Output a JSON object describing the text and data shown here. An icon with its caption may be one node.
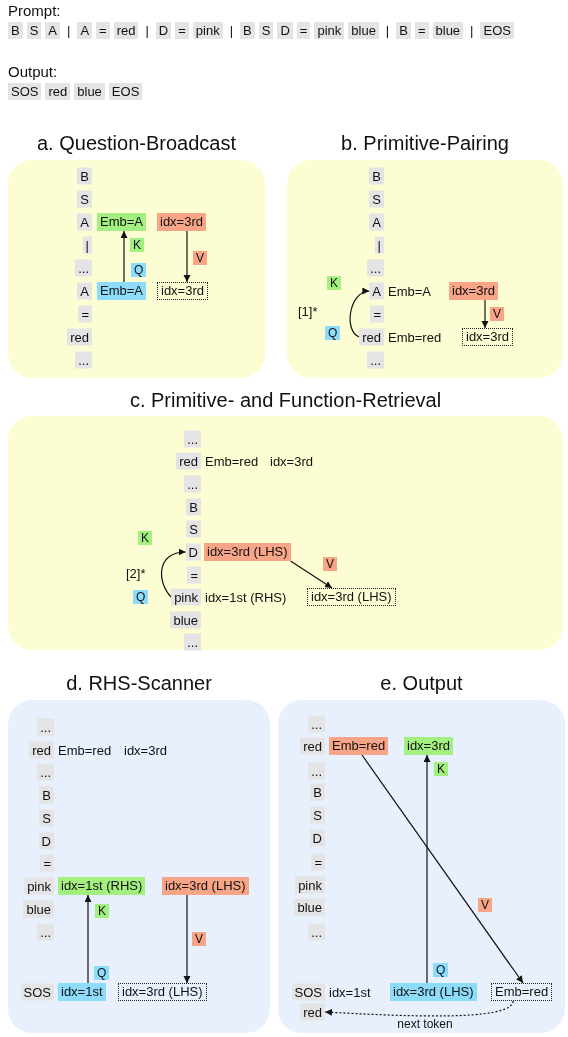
{
  "diagram": {
    "nodes": [
      {
        "text": [
          "B"
        ]
      },
      {
        "text": [
          "S"
        ]
      },
      {
        "text": [
          "A"
        ]
      },
      {
        "text": [
          "|"
        ]
      },
      {
        "text": [
          "A"
        ]
      },
      {
        "text": [
          "="
        ]
      },
      {
        "text": [
          "red"
        ]
      },
      {
        "text": [
          "|"
        ]
      },
      {
        "text": [
          "D"
        ]
      },
      {
        "text": [
          "="
        ]
      },
      {
        "text": [
          "pink"
        ]
      },
      {
        "text": [
          "|"
        ]
      },
      {
        "text": [
          "B"
        ]
      },
      {
        "text": [
          "S"
        ]
      },
      {
        "text": [
          "D"
        ]
      },
      {
        "text": [
          "="
        ]
      },
      {
        "text": [
          "pink"
        ]
      },
      {
        "text": [
          "blue"
        ]
      },
      {
        "text": [
          "|"
        ]
      },
      {
        "text": [
          "B"
        ]
      },
      {
        "text": [
          "="
        ]
      },
      {
        "text": [
          "blue"
        ]
      },
      {
        "text": [
          "|"
        ]
      },
      {
        "text": [
          "EOS"
        ]
      },
      {
        "text": [
          "SOS"
        ]
      },
      {
        "text": [
          "red"
        ]
      },
      {
        "text": [
          "blue"
        ]
      },
      {
        "text": [
          "EOS"
        ]
      },
      {
        "text": [
          "a. Question-Broadcast"
        ]
      },
      {
        "text": [
          "B"
        ],
        "in": 28
      },
      {
        "text": [
          "S"
        ],
        "in": 28
      },
      {
        "text": [
          "A"
        ],
        "in": 28
      },
      {
        "text": [
          "|"
        ],
        "in": 28
      },
      {
        "text": [
          "..."
        ],
        "in": 28
      },
      {
        "text": [
          "A"
        ],
        "in": 28
      },
      {
        "text": [
          "="
        ],
        "in": 28
      },
      {
        "text": [
          "red"
        ],
        "in": 28
      },
      {
        "text": [
          "..."
        ],
        "in": 28
      },
      {
        "text": [
          "Emb=A"
        ],
        "in": 28
      },
      {
        "text": [
          "idx=3rd"
        ],
        "in": 28
      },
      {
        "text": [
          "K"
        ],
        "in": 28
      },
      {
        "text": [
          "V"
        ],
        "in": 28
      },
      {
        "text": [
          "Q"
        ],
        "in": 28
      },
      {
        "text": [
          "Emb=A"
        ],
        "in": 28
      },
      {
        "text": [
          "idx=3rd"
        ],
        "in": 28
      },
      {
        "text": [
          "b. Primitive-Pairing"
        ]
      },
      {
        "text": [
          "B"
        ],
        "in": 45
      },
      {
        "text": [
          "S"
        ],
        "in": 45
      },
      {
        "text": [
          "A"
        ],
        "in": 45
      },
      {
        "text": [
          "|"
        ],
        "in": 45
      },
      {
        "text": [
          "..."
        ],
        "in": 45
      },
      {
        "text": [
          "A"
        ],
        "in": 45
      },
      {
        "text": [
          "="
        ],
        "in": 45
      },
      {
        "text": [
          "red"
        ],
        "in": 45
      },
      {
        "text": [
          "..."
        ],
        "in": 45
      },
      {
        "text": [
          "K"
        ],
        "in": 45
      },
      {
        "text": [
          "idx=3rd"
        ],
        "in": 45
      },
      {
        "text": [
          "V"
        ],
        "in": 45
      },
      {
        "text": [
          "Q"
        ],
        "in": 45
      },
      {
        "text": [
          "idx=3rd"
        ],
        "in": 45
      },
      {
        "text": [
          "c. Primitive- and Function-Retrieval"
        ]
      },
      {
        "text": [
          "..."
        ],
        "in": 60
      },
      {
        "text": [
          "red"
        ],
        "in": 60
      },
      {
        "text": [
          "..."
        ],
        "in": 60
      },
      {
        "text": [
          "B"
        ],
        "in": 60
      },
      {
        "text": [
          "S"
        ],
        "in": 60
      },
      {
        "text": [
          "D"
        ],
        "in": 60
      },
      {
        "text": [
          "="
        ],
        "in": 60
      },
      {
        "text": [
          "pink"
        ],
        "in": 60
      },
      {
        "text": [
          "blue"
        ],
        "in": 60
      },
      {
        "text": [
          "..."
        ],
        "in": 60
      },
      {
        "text": [
          "K"
        ],
        "in": 60
      },
      {
        "text": [
          "idx=3rd (LHS)"
        ],
        "in": 60
      },
      {
        "text": [
          "V"
        ],
        "in": 60
      },
      {
        "text": [
          "Q"
        ],
        "in": 60
      },
      {
        "text": [
          "idx=3rd (LHS)"
        ],
        "in": 60
      },
      {
        "text": [
          "d. RHS-Scanner"
        ]
      },
      {
        "text": [
          "..."
        ],
        "in": 76
      },
      {
        "text": [
          "red"
        ],
        "in": 76
      },
      {
        "text": [
          "..."
        ],
        "in": 76
      },
      {
        "text": [
          "B"
        ],
        "in": 76
      },
      {
        "text": [
          "S"
        ],
        "in": 76
      },
      {
        "text": [
          "D"
        ],
        "in": 76
      },
      {
        "text": [
          "="
        ],
        "in": 76
      },
      {
        "text": [
          "pink"
        ],
        "in": 76
      },
      {
        "text": [
          "blue"
        ],
        "in": 76
      },
      {
        "text": [
          "..."
        ],
        "in": 76
      },
      {
        "text": [
          "SOS"
        ],
        "in": 76
      },
      {
        "text": [
          "idx=1st (RHS)"
        ],
        "in": 76
      },
      {
        "text": [
          "idx=3rd (LHS)"
        ],
        "in": 76
      },
      {
        "text": [
          "K"
        ],
        "in": 76
      },
      {
        "text": [
          "V"
        ],
        "in": 76
      },
      {
        "text": [
          "Q"
        ],
        "in": 76
      },
      {
        "text": [
          "idx=1st"
        ],
        "in": 76
      },
      {
        "text": [
          "idx=3rd (LHS)"
        ],
        "in": 76
      },
      {
        "text": [
          "e. Output"
        ]
      },
      {
        "text": [
          "..."
        ],
        "in": 95
      },
      {
        "text": [
          "red"
        ],
        "in": 95
      },
      {
        "text": [
          "..."
        ],
        "in": 95
      },
      {
        "text": [
          "B"
        ],
        "in": 95
      },
      {
        "text": [
          "S"
        ],
        "in": 95
      },
      {
        "text": [
          "D"
        ],
        "in": 95
      },
      {
        "text": [
          "="
        ],
        "in": 95
      },
      {
        "text": [
          "pink"
        ],
        "in": 95
      },
      {
        "text": [
          "blue"
        ],
        "in": 95
      },
      {
        "text": [
          "..."
        ],
        "in": 95
      },
      {
        "text": [
          "SOS"
        ],
        "in": 95
      },
      {
        "text": [
          "red"
        ],
        "in": 95
      },
      {
        "text": [
          "Emb=red"
        ],
        "in": 95
      },
      {
        "text": [
          "idx=3rd"
        ],
        "in": 95
      },
      {
        "text": [
          "K"
        ],
        "in": 95
      },
      {
        "text": [
          "V"
        ],
        "in": 95
      },
      {
        "text": [
          "Q"
        ],
        "in": 95
      },
      {
        "text": [
          "idx=3rd (LHS)"
        ],
        "in": 95
      },
      {
        "text": [
          "Emb=red"
        ],
        "in": 95
      }
    ],
    "edges": [
      {
        "from": 43,
        "to": 38,
        "arrow": "to"
      },
      {
        "from": 39,
        "to": 44,
        "arrow": "to"
      },
      {
        "from": 53,
        "to": 51,
        "arrow": "to"
      },
      {
        "from": 56,
        "to": 59,
        "arrow": "to"
      },
      {
        "from": 68,
        "to": 66,
        "arrow": "to"
      },
      {
        "from": 72,
        "to": 75,
        "arrow": "to"
      },
      {
        "from": 93,
        "to": 88,
        "arrow": "to"
      },
      {
        "from": 89,
        "to": 94,
        "arrow": "to"
      },
      {
        "from": 113,
        "to": 109,
        "arrow": "to"
      },
      {
        "from": 108,
        "to": 114,
        "arrow": "to"
      },
      {
        "from": 114,
        "to": 107,
        "arrow": "to",
        "style": "dashed",
        "label": "next token"
      }
    ],
    "labels": [
      "Prompt:",
      "Output:",
      "Emb=A",
      "[1]*",
      "Emb=red",
      "Emb=red",
      "idx=3rd",
      "[2]*",
      "idx=1st (RHS)",
      "Emb=red",
      "idx=3rd",
      "idx=1st"
    ]
  }
}
